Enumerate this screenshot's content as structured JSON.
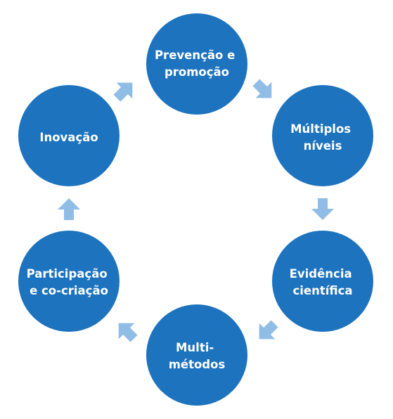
{
  "diagram": {
    "colors": {
      "node": "#1d73be",
      "node_text": "#ffffff",
      "arrow": "#8fbde6",
      "background": "#ffffff"
    },
    "nodes": [
      {
        "id": "prevencao",
        "lines": [
          "Prevenção e",
          "promoção"
        ]
      },
      {
        "id": "multiplos",
        "lines": [
          "Múltiplos",
          "níveis"
        ]
      },
      {
        "id": "evidencia",
        "lines": [
          "Evidência",
          "científica"
        ]
      },
      {
        "id": "multimetodos",
        "lines": [
          "Multi-",
          "métodos"
        ]
      },
      {
        "id": "participacao",
        "lines": [
          "Participação",
          "e co-criação"
        ]
      },
      {
        "id": "inovacao",
        "lines": [
          "Inovação"
        ]
      }
    ],
    "flow": "clockwise"
  }
}
